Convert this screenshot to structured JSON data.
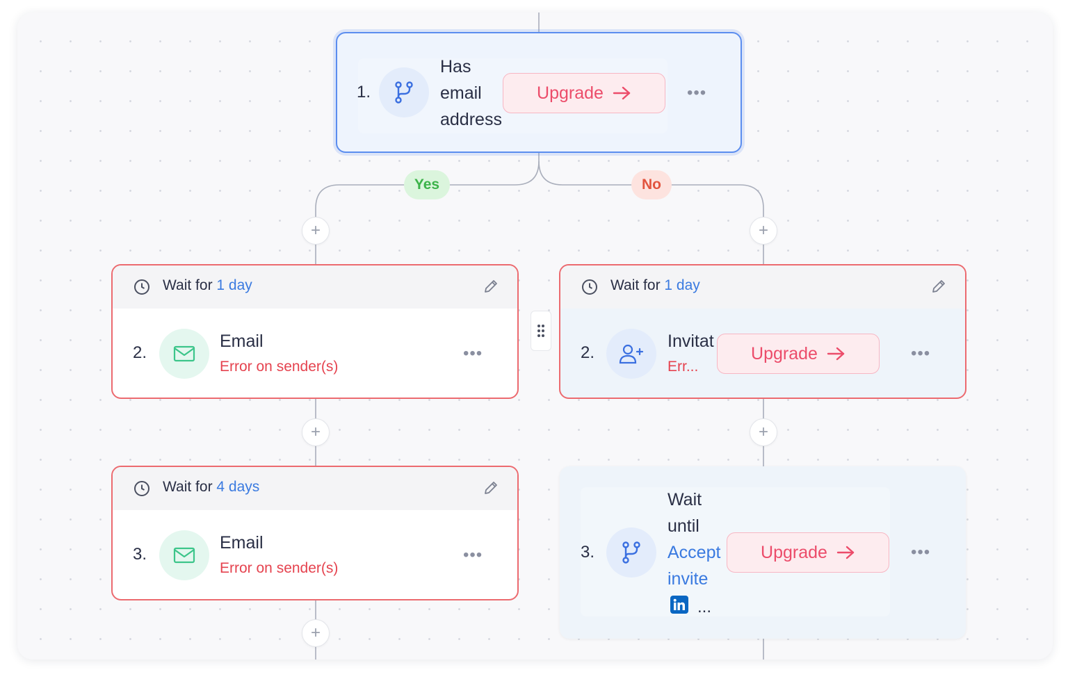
{
  "condition": {
    "number": "1.",
    "title_lines": [
      "Has",
      "email",
      "address"
    ],
    "upgrade_label": "Upgrade",
    "more": "•••"
  },
  "branches": {
    "yes": "Yes",
    "no": "No"
  },
  "plus": "+",
  "left": {
    "step2": {
      "wait_prefix": "Wait for",
      "wait_value": "1 day",
      "number": "2.",
      "title": "Email",
      "error": "Error on sender(s)",
      "more": "•••"
    },
    "step3": {
      "wait_prefix": "Wait for",
      "wait_value": "4 days",
      "number": "3.",
      "title": "Email",
      "error": "Error on sender(s)",
      "more": "•••"
    }
  },
  "right": {
    "step2": {
      "wait_prefix": "Wait for",
      "wait_value": "1 day",
      "number": "2.",
      "title": "Invitat",
      "error": "Err...",
      "upgrade_label": "Upgrade",
      "more": "•••"
    },
    "step3": {
      "number": "3.",
      "title_lines": [
        "Wait",
        "until"
      ],
      "link_lines": [
        "Accept",
        "invite"
      ],
      "ellipsis": "...",
      "upgrade_label": "Upgrade",
      "more": "•••"
    }
  },
  "colors": {
    "accent_blue": "#5b8def",
    "upgrade_text": "#ec4c6a",
    "error_red": "#e5434f",
    "yes_green": "#3cb34a",
    "no_red": "#e2533e",
    "linkedin": "#0a66c2"
  }
}
